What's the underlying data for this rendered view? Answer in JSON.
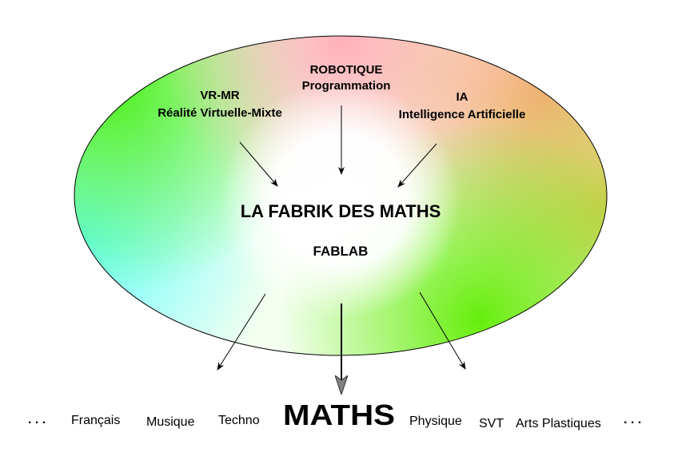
{
  "center": {
    "title": "LA FABRIK DES MATHS",
    "subtitle": "FABLAB"
  },
  "inputs": [
    {
      "title": "VR-MR",
      "subtitle": "Réalité Virtuelle-Mixte"
    },
    {
      "title": "ROBOTIQUE",
      "subtitle": "Programmation"
    },
    {
      "title": "IA",
      "subtitle": "Intelligence Artificielle"
    }
  ],
  "outputs": {
    "ellipsis_left": ". . .",
    "subjects": [
      "Français",
      "Musique",
      "Techno",
      "MATHS",
      "Physique",
      "SVT",
      "Arts Plastiques"
    ],
    "ellipsis_right": ". . ."
  },
  "colors": {
    "green": "#4ef01e",
    "pink": "#ffb4bc",
    "orange": "#f8b07c",
    "olive": "#d8d060",
    "lime": "#70f010",
    "cyan": "#70ffff"
  }
}
